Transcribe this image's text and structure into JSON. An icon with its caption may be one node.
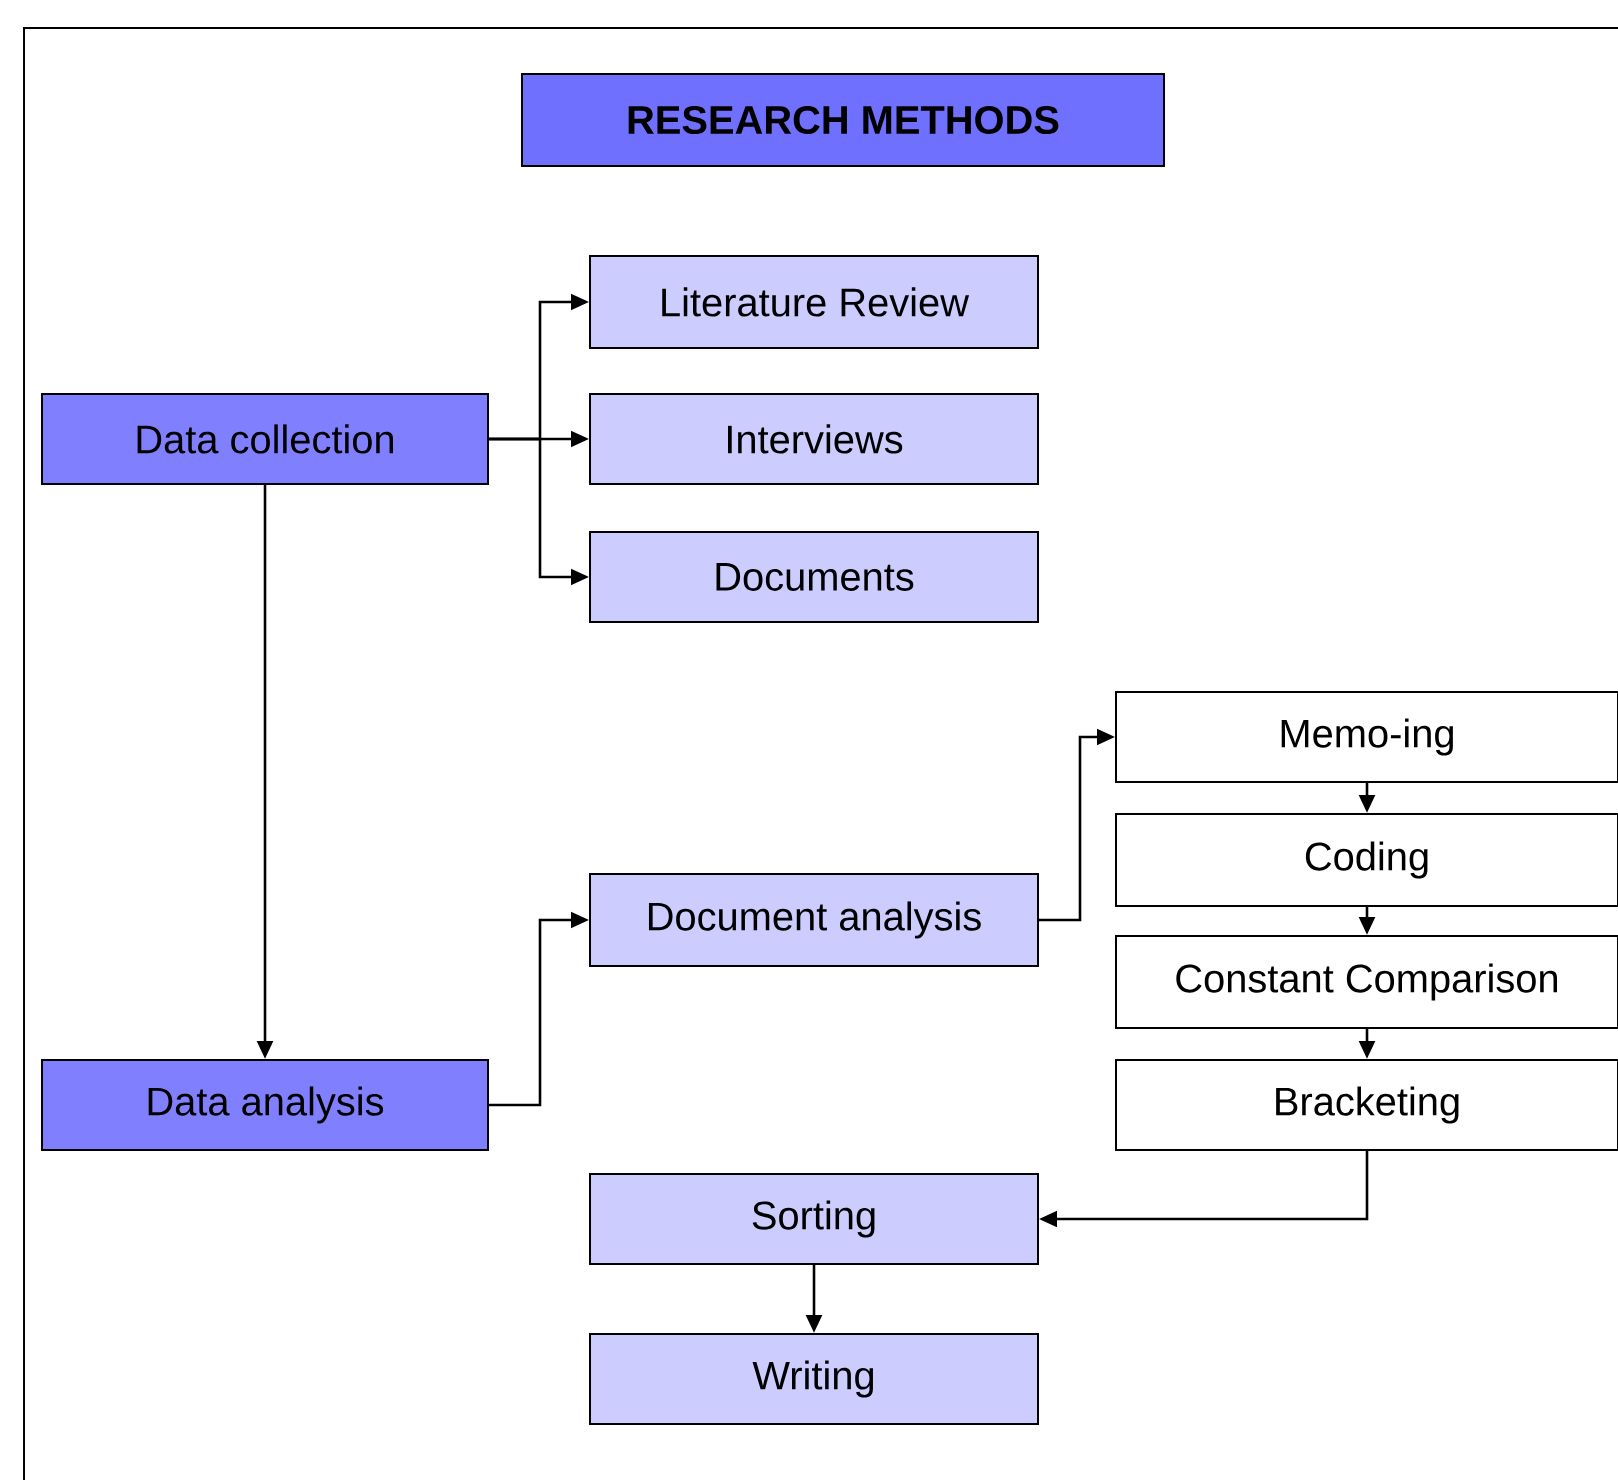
{
  "diagram": {
    "title": "RESEARCH METHODS",
    "nodes": [
      {
        "text": [
          "Data collection"
        ]
      },
      {
        "text": [
          "Literature Review"
        ]
      },
      {
        "text": [
          "Interviews"
        ]
      },
      {
        "text": [
          "Documents"
        ]
      },
      {
        "text": [
          "Data analysis"
        ]
      },
      {
        "text": [
          "Document analysis"
        ]
      },
      {
        "text": [
          "Memo-ing"
        ]
      },
      {
        "text": [
          "Coding"
        ]
      },
      {
        "text": [
          "Constant Comparison"
        ]
      },
      {
        "text": [
          "Bracketing"
        ]
      },
      {
        "text": [
          "Sorting"
        ]
      },
      {
        "text": [
          "Writing"
        ]
      }
    ],
    "edges": [
      {
        "from": 0,
        "to": 1,
        "arrow": "to"
      },
      {
        "from": 0,
        "to": 2,
        "arrow": "to"
      },
      {
        "from": 0,
        "to": 3,
        "arrow": "to"
      },
      {
        "from": 0,
        "to": 4,
        "arrow": "to"
      },
      {
        "from": 4,
        "to": 5,
        "arrow": "to"
      },
      {
        "from": 5,
        "to": 6,
        "arrow": "to"
      },
      {
        "from": 6,
        "to": 7,
        "arrow": "to"
      },
      {
        "from": 7,
        "to": 8,
        "arrow": "to"
      },
      {
        "from": 8,
        "to": 9,
        "arrow": "to"
      },
      {
        "from": 9,
        "to": 10,
        "arrow": "to"
      },
      {
        "from": 10,
        "to": 11,
        "arrow": "to"
      }
    ]
  }
}
